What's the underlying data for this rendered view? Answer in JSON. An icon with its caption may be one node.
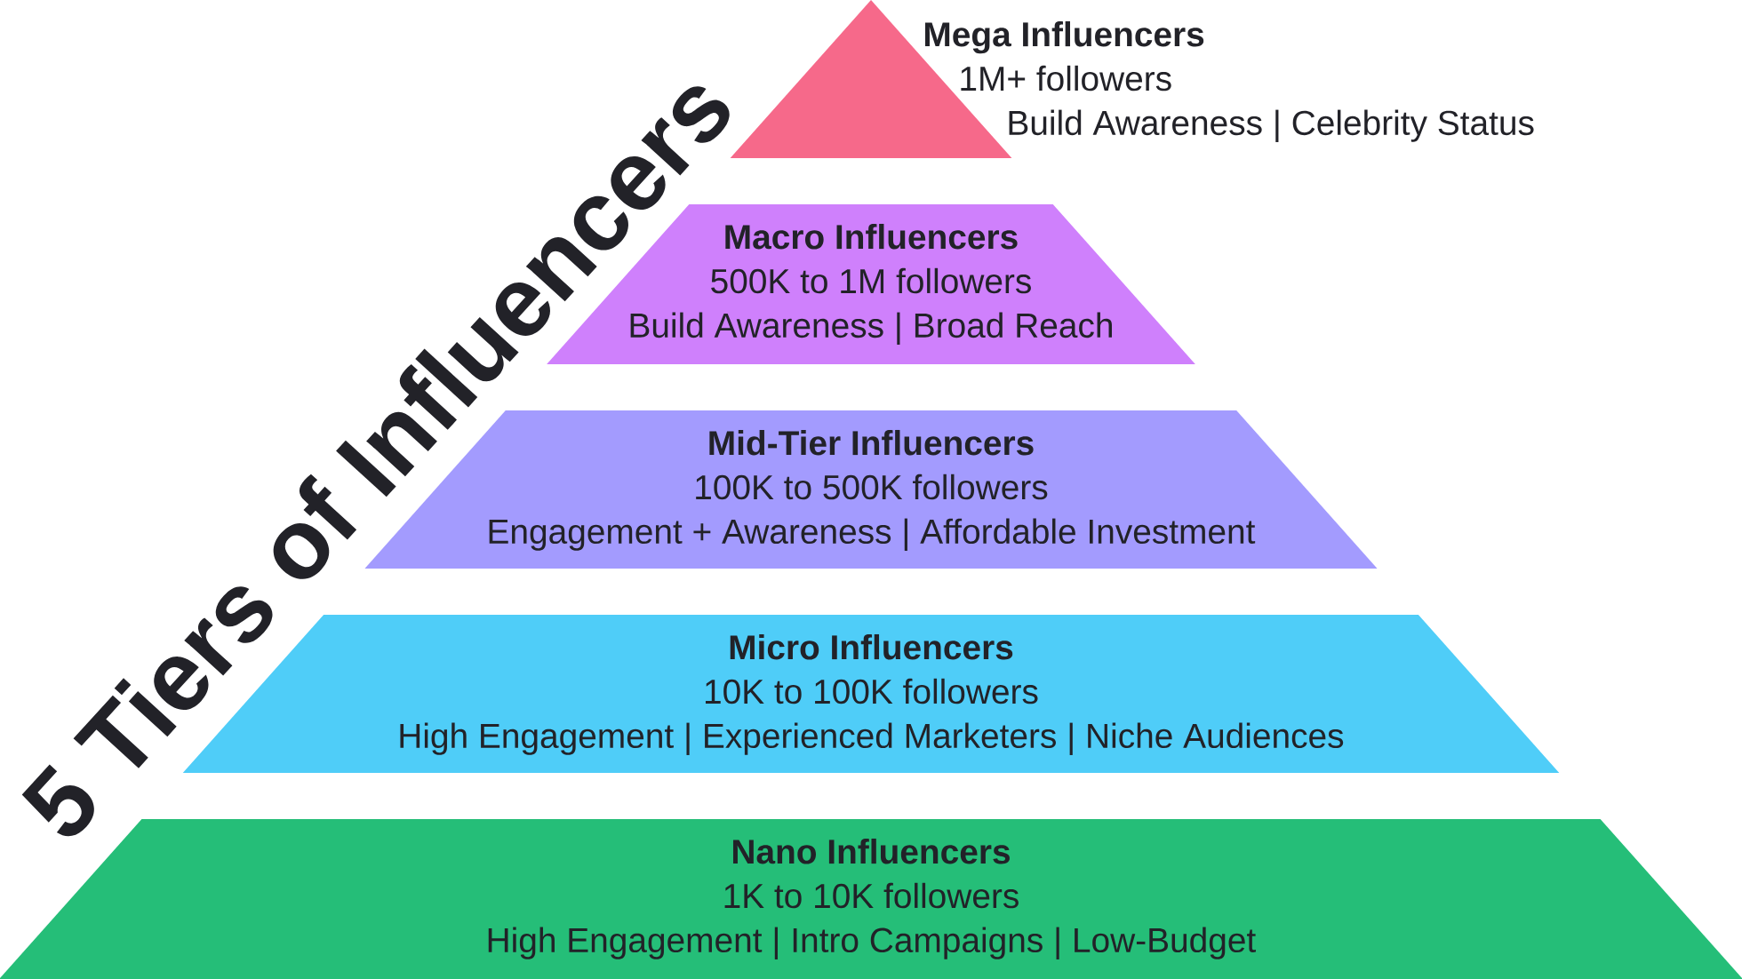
{
  "diagram": {
    "title": "5 Tiers of Influencers",
    "nodes": [
      {
        "text": [
          "Mega Influencers",
          "1M+ followers",
          "Build Awareness | Celebrity Status"
        ]
      },
      {
        "text": [
          "Macro Influencers",
          "500K to 1M followers",
          "Build Awareness | Broad Reach"
        ]
      },
      {
        "text": [
          "Mid-Tier Influencers",
          "100K to 500K followers",
          "Engagement + Awareness | Affordable Investment"
        ]
      },
      {
        "text": [
          "Micro Influencers",
          "10K to 100K followers",
          "High Engagement | Experienced Marketers | Niche Audiences"
        ]
      },
      {
        "text": [
          "Nano Influencers",
          "1K to 10K followers",
          "High Engagement | Intro Campaigns | Low-Budget"
        ]
      }
    ]
  }
}
